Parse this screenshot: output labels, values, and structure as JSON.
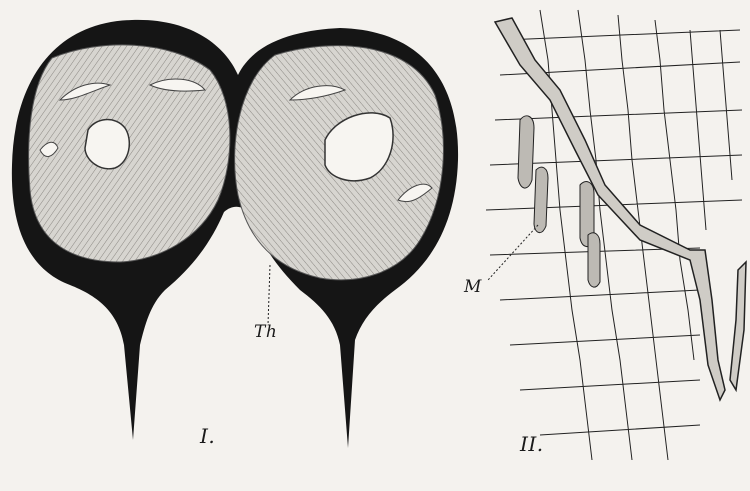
{
  "figure": {
    "panel_1_label": "I.",
    "panel_2_label": "II.",
    "label_th": "Th",
    "label_m": "M"
  }
}
